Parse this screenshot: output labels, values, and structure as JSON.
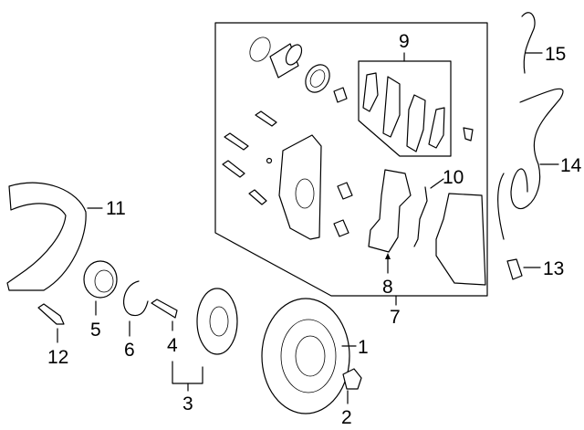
{
  "diagram": {
    "title": "Front brake components",
    "callouts": [
      {
        "id": "1",
        "part": "brake-rotor"
      },
      {
        "id": "2",
        "part": "hub-nut"
      },
      {
        "id": "3",
        "part": "hub-assembly"
      },
      {
        "id": "4",
        "part": "wheel-stud"
      },
      {
        "id": "5",
        "part": "wheel-bearing"
      },
      {
        "id": "6",
        "part": "snap-ring"
      },
      {
        "id": "7",
        "part": "caliper-assembly"
      },
      {
        "id": "8",
        "part": "caliper-support"
      },
      {
        "id": "9",
        "part": "brake-pads"
      },
      {
        "id": "10",
        "part": "pad-wear-sensor"
      },
      {
        "id": "11",
        "part": "splash-shield"
      },
      {
        "id": "12",
        "part": "shield-bolt"
      },
      {
        "id": "13",
        "part": "abs-sensor"
      },
      {
        "id": "14",
        "part": "abs-sensor-harness"
      },
      {
        "id": "15",
        "part": "brake-hose"
      }
    ]
  }
}
